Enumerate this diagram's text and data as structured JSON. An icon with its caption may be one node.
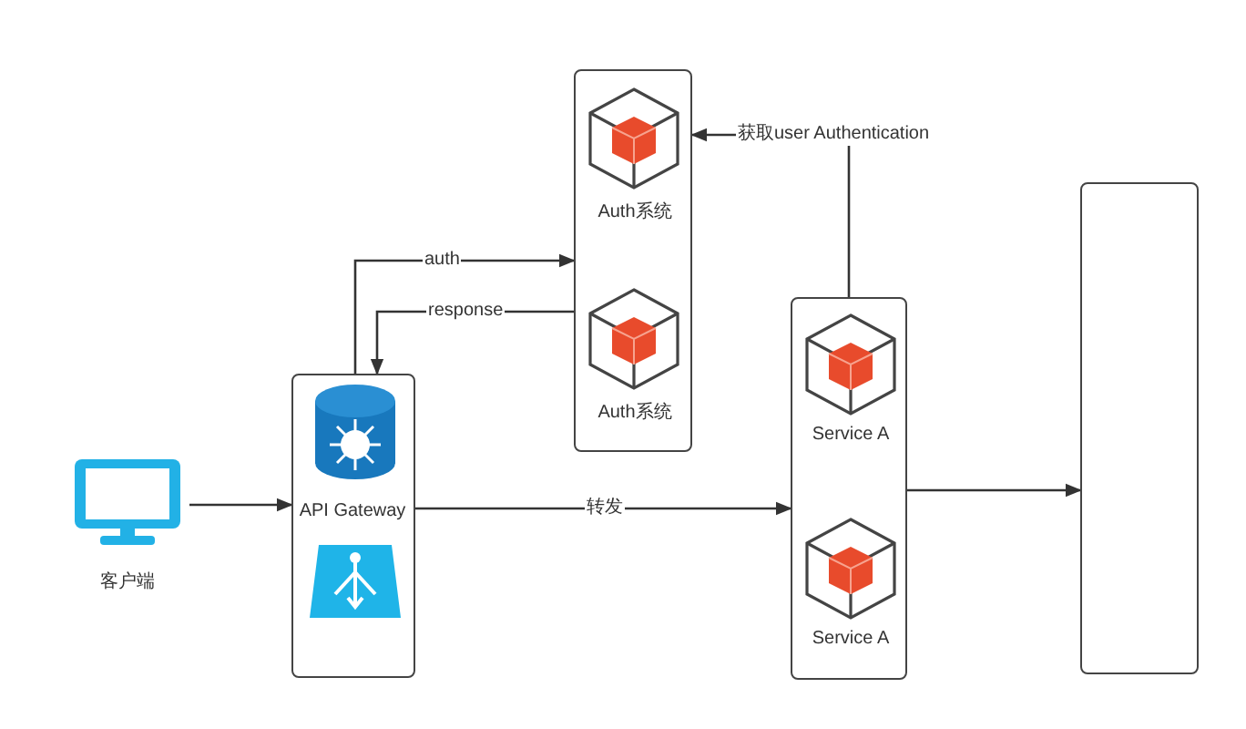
{
  "diagram": {
    "nodes": [
      {
        "text": [
          "客户端"
        ]
      },
      {
        "text": [
          "API Gateway"
        ]
      },
      {
        "text": [],
        "shape": "box"
      },
      {
        "text": [
          "Auth系统"
        ],
        "in": 2
      },
      {
        "text": [
          "Auth系统"
        ],
        "in": 2
      },
      {
        "text": [],
        "shape": "box"
      },
      {
        "text": [
          "Service A"
        ],
        "in": 5
      },
      {
        "text": [
          "Service A"
        ],
        "in": 5
      },
      {
        "text": [],
        "shape": "box"
      }
    ],
    "edges": [
      {
        "from": 0,
        "to": 1,
        "arrow": "to"
      },
      {
        "from": 1,
        "to": 2,
        "arrow": "to",
        "label": "auth"
      },
      {
        "from": 2,
        "to": 1,
        "arrow": "to",
        "label": "response"
      },
      {
        "from": 1,
        "to": 5,
        "arrow": "to",
        "label": "转发"
      },
      {
        "from": 5,
        "to": 8,
        "arrow": "to"
      },
      {
        "from": 5,
        "to": 2,
        "arrow": "to",
        "label": "获取user Authentication"
      }
    ]
  }
}
